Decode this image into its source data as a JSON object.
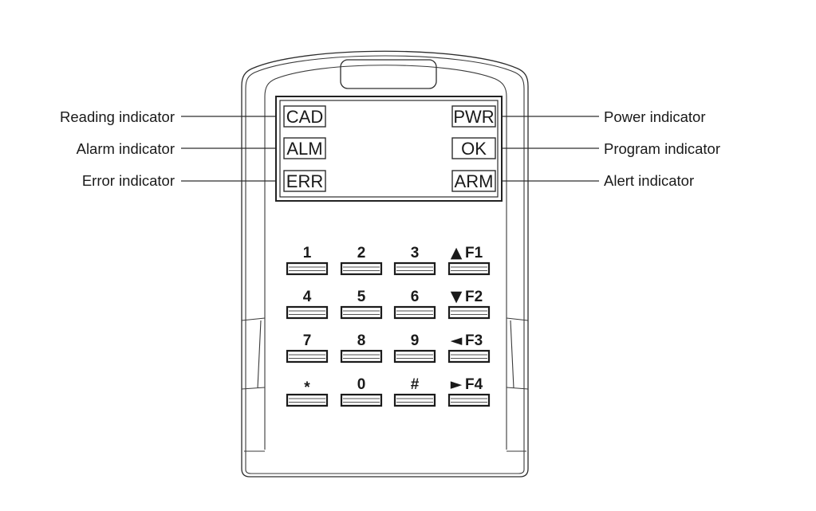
{
  "annotations": {
    "left": [
      {
        "label": "Reading indicator"
      },
      {
        "label": "Alarm indicator"
      },
      {
        "label": "Error indicator"
      }
    ],
    "right": [
      {
        "label": "Power indicator"
      },
      {
        "label": "Program indicator"
      },
      {
        "label": "Alert indicator"
      }
    ]
  },
  "display": {
    "indicators": {
      "left": [
        "CAD",
        "ALM",
        "ERR"
      ],
      "right": [
        "PWR",
        "OK",
        "ARM"
      ]
    }
  },
  "keypad": {
    "rows": [
      {
        "keys": [
          {
            "label": "1"
          },
          {
            "label": "2"
          },
          {
            "label": "3"
          },
          {
            "label": "F1",
            "arrow": "up",
            "arrow_glyph": "▲"
          }
        ]
      },
      {
        "keys": [
          {
            "label": "4"
          },
          {
            "label": "5"
          },
          {
            "label": "6"
          },
          {
            "label": "F2",
            "arrow": "down",
            "arrow_glyph": "▼"
          }
        ]
      },
      {
        "keys": [
          {
            "label": "7"
          },
          {
            "label": "8"
          },
          {
            "label": "9"
          },
          {
            "label": "F3",
            "arrow": "left",
            "arrow_glyph": "◄"
          }
        ]
      },
      {
        "keys": [
          {
            "label": "*"
          },
          {
            "label": "0"
          },
          {
            "label": "#"
          },
          {
            "label": "F4",
            "arrow": "right",
            "arrow_glyph": "►"
          }
        ]
      }
    ]
  },
  "colors": {
    "line": "#2d2d2d",
    "text": "#1a1a1a",
    "background": "#ffffff"
  }
}
